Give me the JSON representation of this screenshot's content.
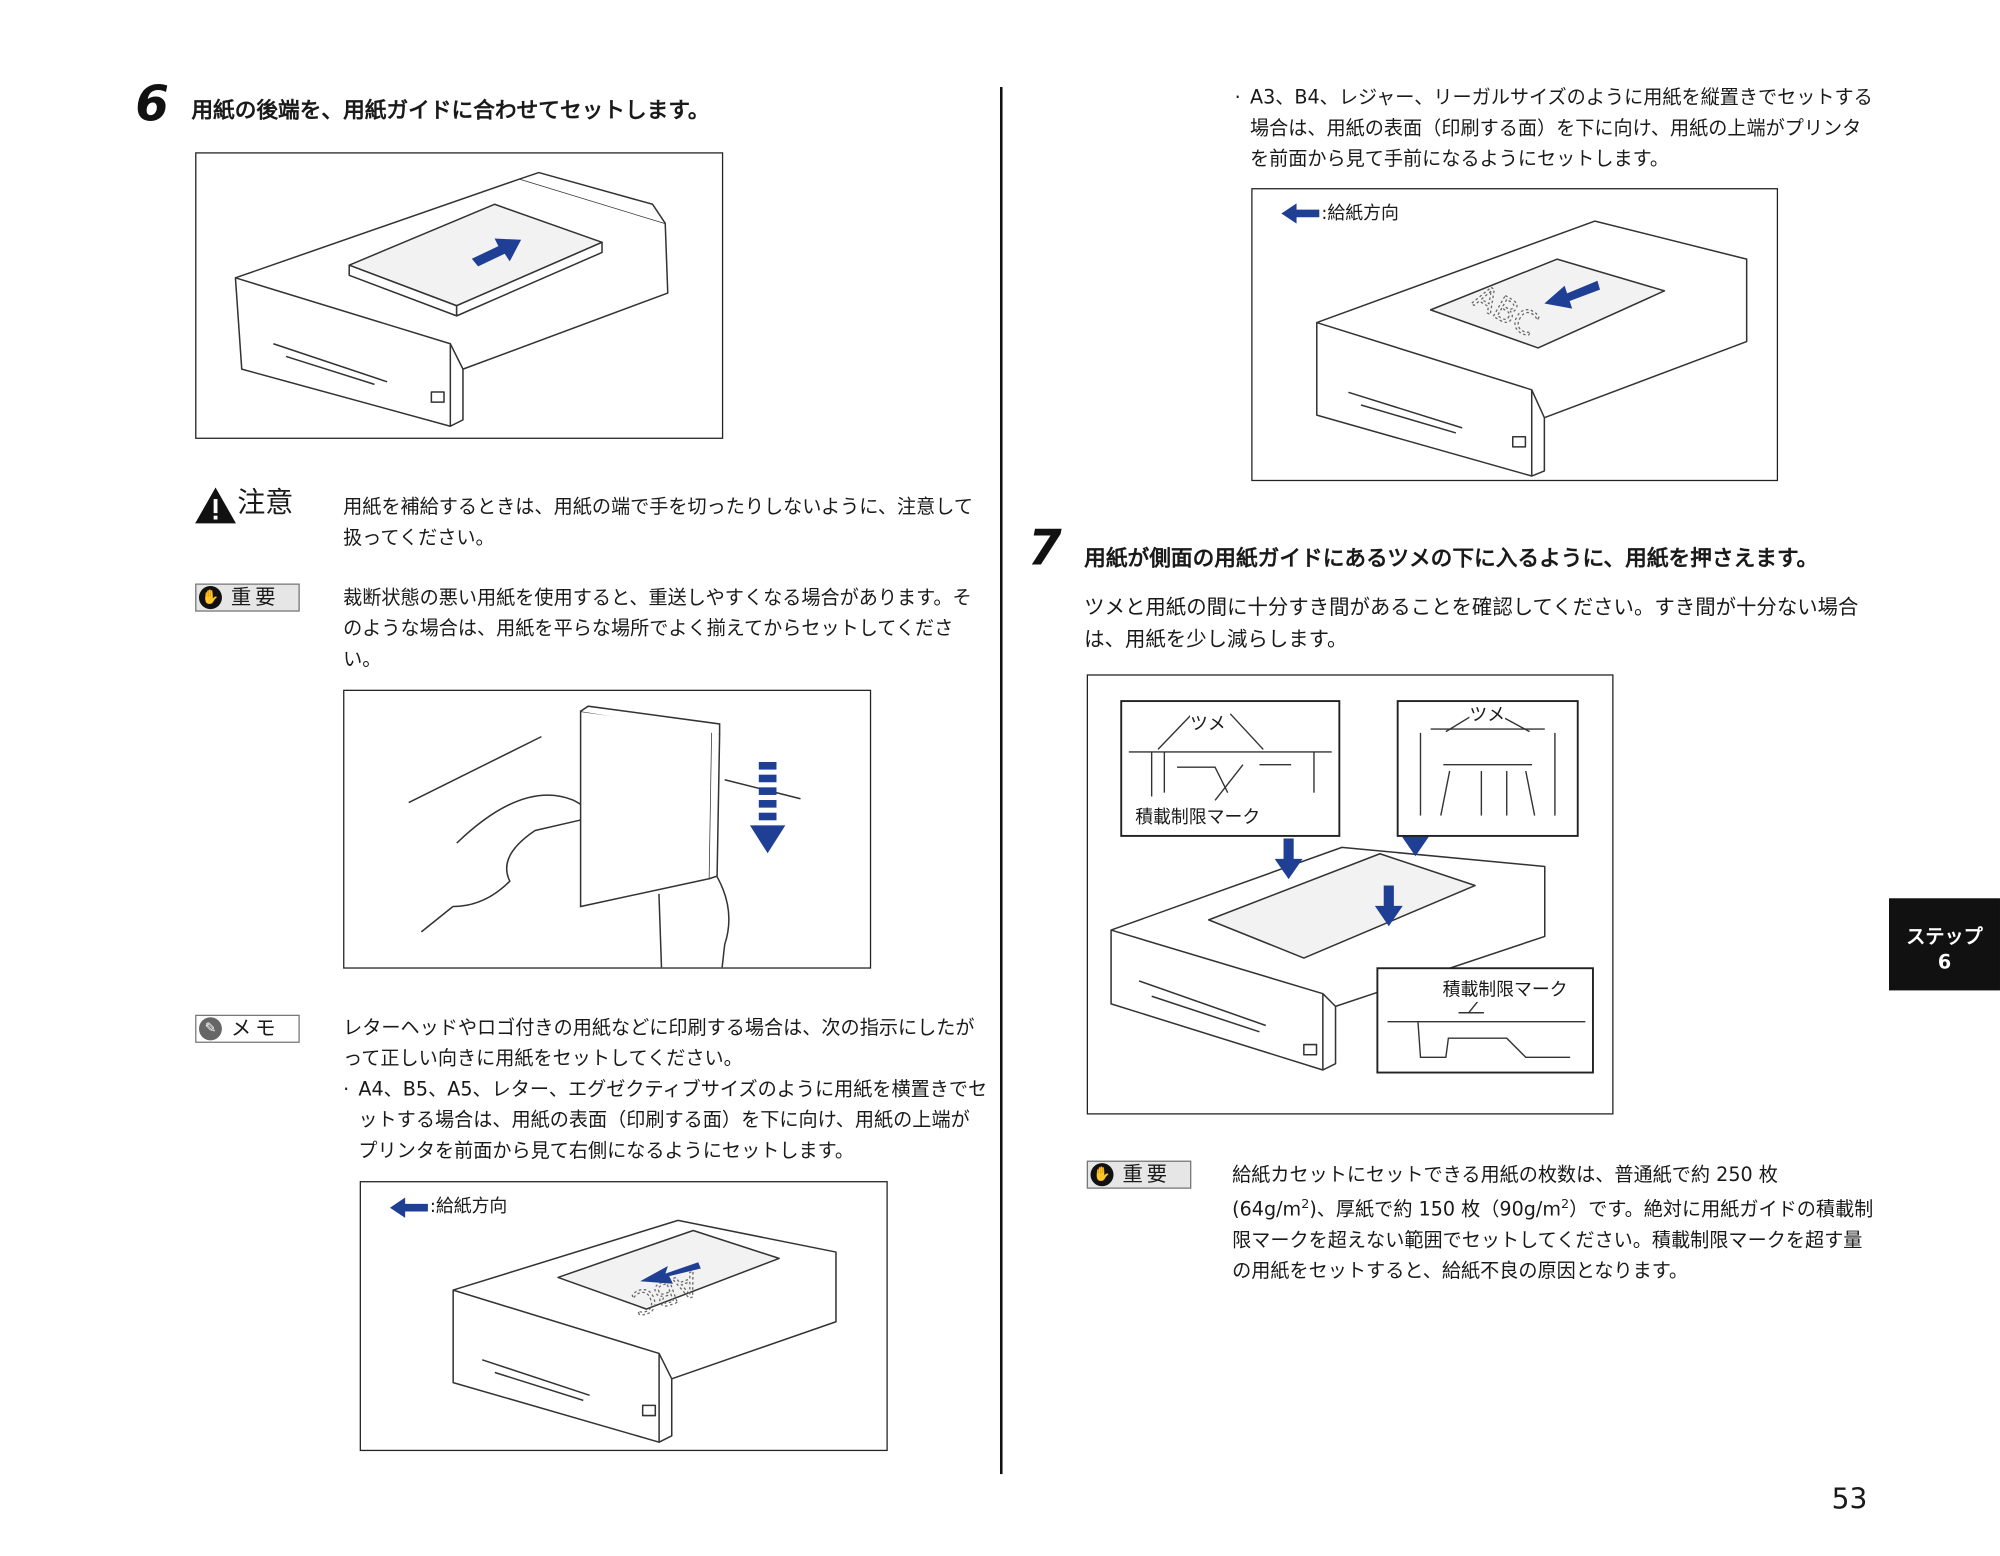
{
  "step6": {
    "number": "6",
    "heading": "用紙の後端を、用紙ガイドに合わせてセットします。"
  },
  "caution": {
    "label": "注意",
    "text": "用紙を補給するときは、用紙の端で手を切ったりしないように、注意して扱ってください。"
  },
  "important1": {
    "label": "重要",
    "text": "裁断状態の悪い用紙を使用すると、重送しやすくなる場合があります。そのような場合は、用紙を平らな場所でよく揃えてからセットしてください。"
  },
  "memo": {
    "label": "メモ",
    "text": "レターヘッドやロゴ付きの用紙などに印刷する場合は、次の指示にしたがって正しい向きに用紙をセットしてください。",
    "bullet1": "A4、B5、A5、レター、エグゼクティブサイズのように用紙を横置きでセットする場合は、用紙の表面（印刷する面）を下に向け、用紙の上端がプリンタを前面から見て右側になるようにセットします。",
    "bullet2": "A3、B4、レジャー、リーガルサイズのように用紙を縦置きでセットする場合は、用紙の表面（印刷する面）を下に向け、用紙の上端がプリンタを前面から見て手前になるようにセットします。",
    "feed_direction": ":給紙方向",
    "logo_text": "ABC"
  },
  "step7": {
    "number": "7",
    "heading": "用紙が側面の用紙ガイドにあるツメの下に入るように、用紙を押さえます。",
    "text": "ツメと用紙の間に十分すき間があることを確認してください。すき間が十分ない場合は、用紙を少し減らします。",
    "label_tsume": "ツメ",
    "label_limit_mark": "積載制限マーク"
  },
  "important2": {
    "label": "重要",
    "text_a": "給紙カセットにセットできる用紙の枚数は、普通紙で約 250 枚(64g/m",
    "text_b": ")、厚紙で約 150 枚（90g/m",
    "text_c": "）です。絶対に用紙ガイドの積載制限マークを超えない範囲でセットしてください。積載制限マークを超す量の用紙をセットすると、給紙不良の原因となります。",
    "sup": "2"
  },
  "side_tab": {
    "line1": "ステップ",
    "line2": "6"
  },
  "page_number": "53",
  "colors": {
    "accent_blue": "#1f3f95",
    "tab_bg": "#111111",
    "badge_bg": "#e6e6e6"
  }
}
